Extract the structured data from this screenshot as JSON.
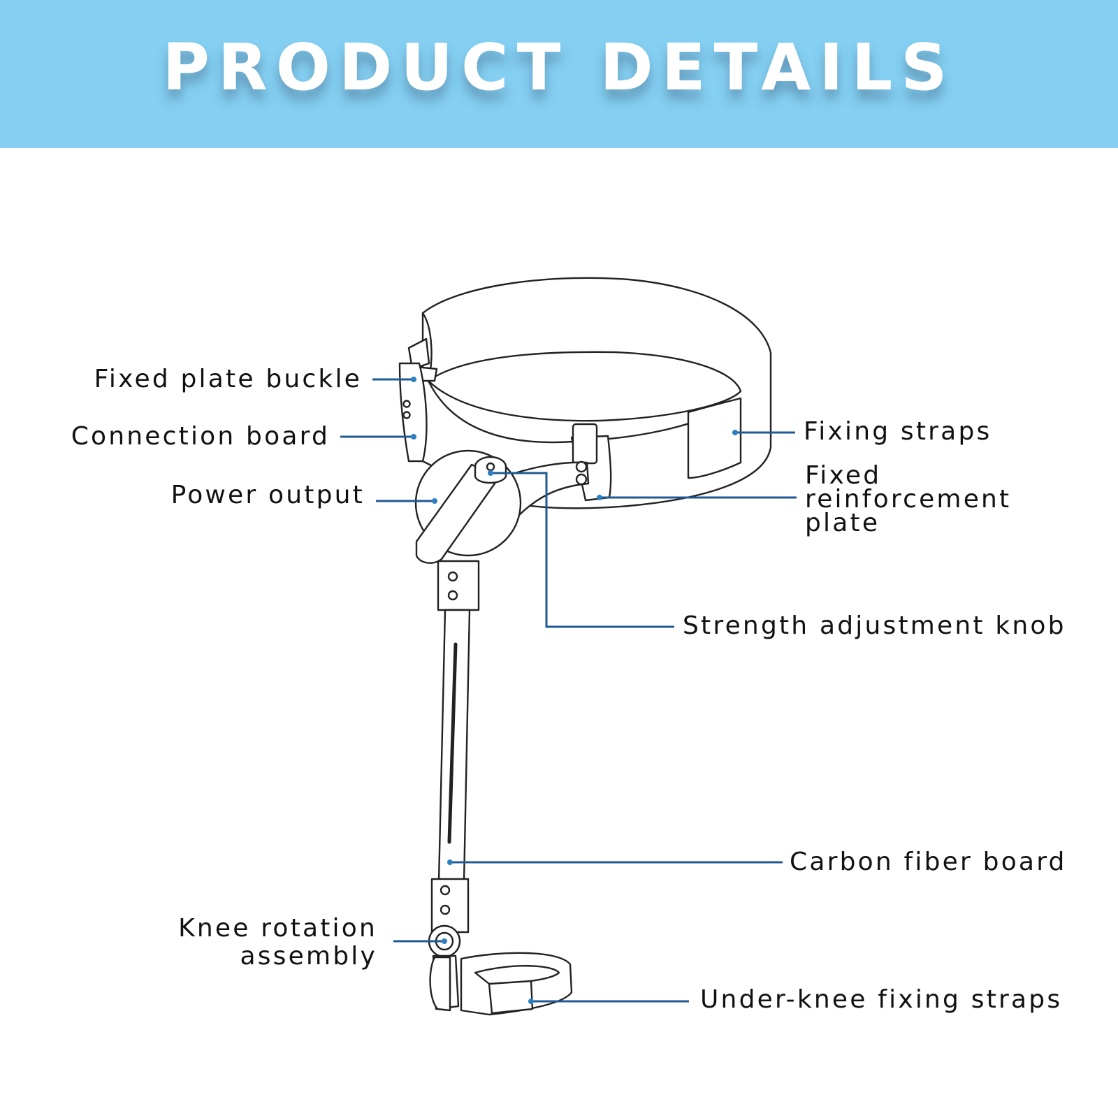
{
  "header": {
    "title": "PRODUCT DETAILS",
    "background_color": "#84cff2"
  },
  "labels": {
    "fixed_plate_buckle": "Fixed plate buckle",
    "connection_board": "Connection board",
    "power_output": "Power output",
    "fixing_straps": "Fixing straps",
    "fixed_reinforcement_plate": "Fixed\nreinforcement\nplate",
    "strength_adjustment_knob": "Strength adjustment knob",
    "carbon_fiber_board": "Carbon fiber board",
    "knee_rotation_assembly": "Knee rotation\nassembly",
    "under_knee_fixing_straps": "Under-knee fixing straps"
  },
  "colors": {
    "leader_line": "#1f5a96",
    "leader_dot": "#2d7fc0",
    "drawing_stroke": "#222222"
  }
}
